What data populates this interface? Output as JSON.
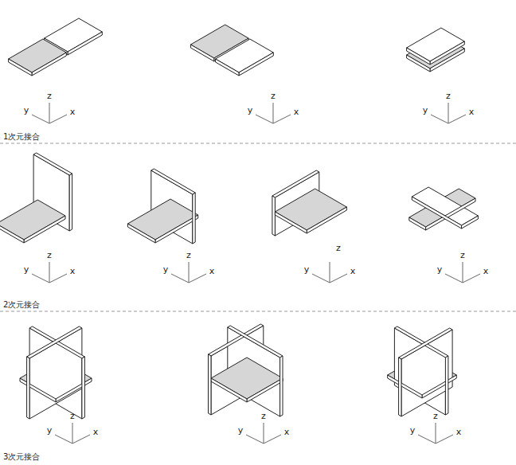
{
  "diagram": {
    "labels": [
      "z",
      "y",
      "x",
      "z",
      "y",
      "x",
      "z",
      "y",
      "x",
      "1次元接合",
      "z",
      "y",
      "x",
      "z",
      "y",
      "x",
      "z",
      "y",
      "x",
      "z",
      "y",
      "x",
      "2次元接合",
      "z",
      "y",
      "x",
      "z",
      "y",
      "x",
      "z",
      "y",
      "x",
      "3次元接合"
    ]
  }
}
